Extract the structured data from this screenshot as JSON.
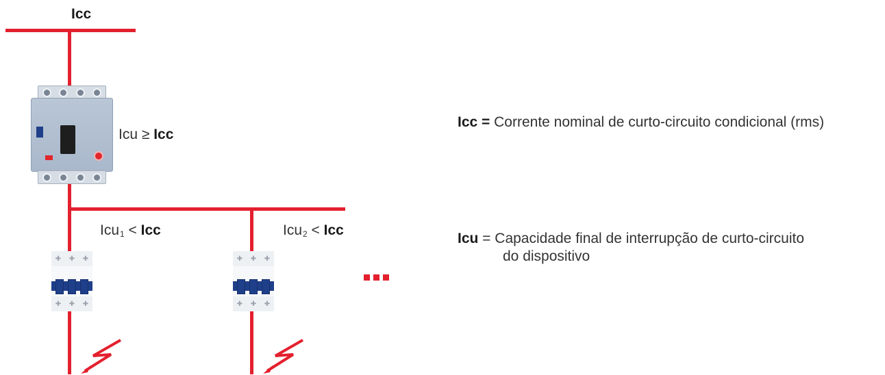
{
  "colors": {
    "bus": "#e3202e",
    "text": "#333333"
  },
  "labels": {
    "source": "Icc",
    "main_breaker": {
      "prefix": "Icu ≥ ",
      "bold": "Icc"
    },
    "branch_1": {
      "prefix": "Icu",
      "sub": "1",
      "rel": " < ",
      "bold": "Icc"
    },
    "branch_2": {
      "prefix": "Icu",
      "sub": "2",
      "rel": " < ",
      "bold": "Icc"
    }
  },
  "definitions": {
    "icc": {
      "term": "Icc =",
      "text": " Corrente nominal de curto-circuito condicional (rms)"
    },
    "icu": {
      "term": "Icu",
      "text_line1": " = Capacidade final de interrupção de curto-circuito",
      "text_line2": "do dispositivo"
    }
  },
  "icons": [
    "molded-case-breaker-icon",
    "miniature-breaker-icon",
    "fault-lightning-icon",
    "continuation-dots-icon"
  ]
}
